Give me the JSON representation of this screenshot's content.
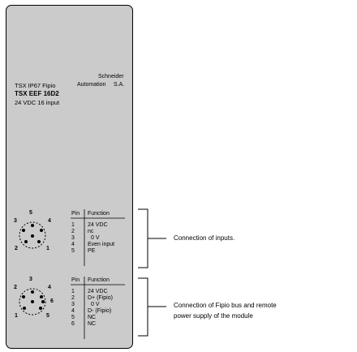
{
  "module": {
    "brand_line1": "Schneider",
    "brand_line2": "Automation",
    "brand_suffix": "S.A.",
    "family": "TSX IP67 Fipio",
    "reference": "TSX EEF 16D2",
    "description": "24 VDC 16 input"
  },
  "input_connector": {
    "header_pin": "Pin",
    "header_function": "Function",
    "rows": [
      {
        "pin": "1",
        "function": "24 VDC"
      },
      {
        "pin": "2",
        "function": "nc"
      },
      {
        "pin": "3",
        "function": "0 V"
      },
      {
        "pin": "4",
        "function": "Even input"
      },
      {
        "pin": "5",
        "function": "PE"
      }
    ],
    "pin_numbers": {
      "p1": "1",
      "p2": "2",
      "p3": "3",
      "p4": "4",
      "p5": "5"
    },
    "annotation": "Connection of inputs."
  },
  "bus_connector": {
    "header_pin": "Pin",
    "header_function": "Function",
    "rows": [
      {
        "pin": "1",
        "function": "24 VDC"
      },
      {
        "pin": "2",
        "function": "D+ (Fipio)"
      },
      {
        "pin": "3",
        "function": "0 V"
      },
      {
        "pin": "4",
        "function": "D- (Fipio)"
      },
      {
        "pin": "5",
        "function": "NC"
      },
      {
        "pin": "6",
        "function": "NC"
      }
    ],
    "pin_numbers": {
      "p1": "1",
      "p2": "2",
      "p3": "3",
      "p4": "4",
      "p5": "5",
      "p6": "6"
    },
    "annotation_line1": "Connection of Fipio bus and remote",
    "annotation_line2": "power supply of the module"
  }
}
